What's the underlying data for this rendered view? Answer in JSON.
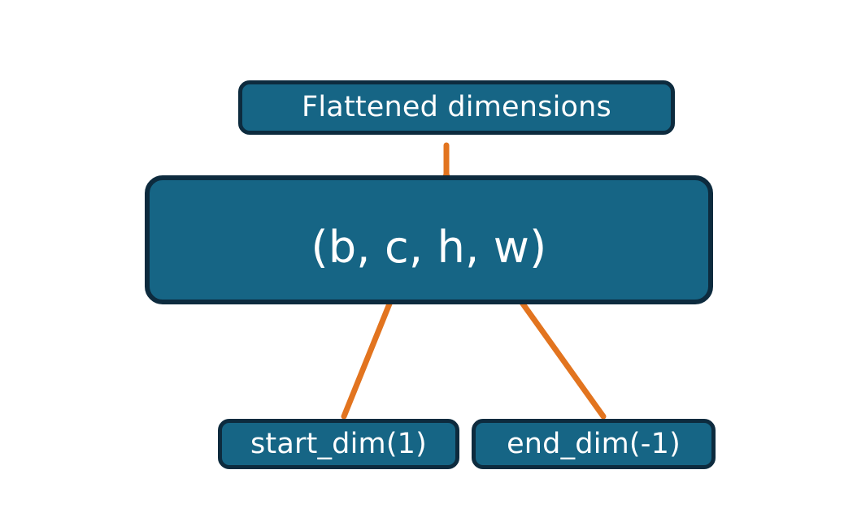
{
  "diagram": {
    "title_text": "Flattened dimensions",
    "background_color": "#ffffff",
    "node_fill_color": "#166585",
    "node_border_color": "#0d2b3e",
    "node_text_color": "#ffffff",
    "connector_color": "#e2741f",
    "nodes": {
      "flattened": {
        "label": "Flattened dimensions"
      },
      "shape": {
        "label": "(b, c, h, w)"
      },
      "start_dim": {
        "label": "start_dim(1)"
      },
      "end_dim": {
        "label": "end_dim(-1)"
      }
    },
    "connectors": {
      "brace": {
        "name": "flattened-range-brace",
        "spans_from": "c",
        "spans_to": "w",
        "points_to": "Flattened dimensions"
      },
      "arrow_start": {
        "name": "start-dim-arrow",
        "from": "start_dim(1)",
        "to": "c"
      },
      "arrow_end": {
        "name": "end-dim-arrow",
        "from": "end_dim(-1)",
        "to": "w"
      }
    }
  }
}
